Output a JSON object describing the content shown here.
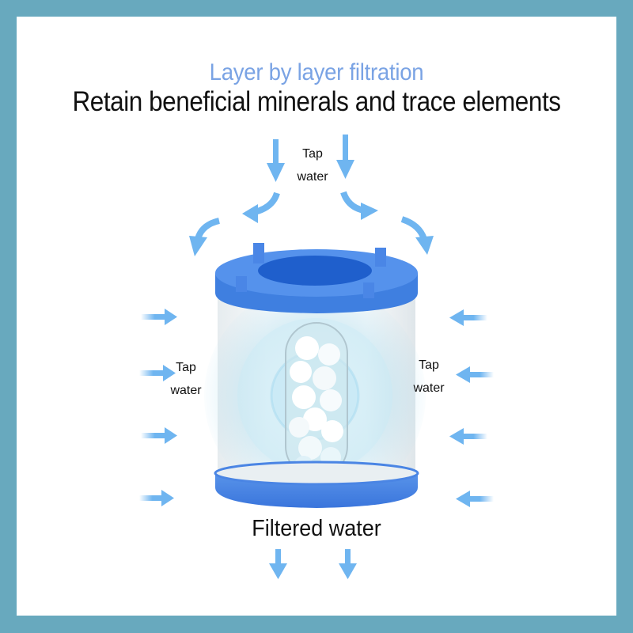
{
  "heading": {
    "subtitle": "Layer by layer filtration",
    "title": "Retain beneficial minerals and trace elements"
  },
  "labels": {
    "top": {
      "line1": "Tap",
      "line2": "water"
    },
    "left": {
      "line1": "Tap",
      "line2": "water"
    },
    "right": {
      "line1": "Tap",
      "line2": "water"
    },
    "bottom": "Filtered water"
  },
  "colors": {
    "border": "#68a9be",
    "panel": "#ffffff",
    "subtitle": "#7aa3e4",
    "title": "#111111",
    "arrow": "#6fb5f0",
    "filter_cap": "#3f7fe0",
    "filter_cap_dark": "#1f5fcc",
    "glow": "#b9e3f2"
  },
  "icons": {
    "arrows_top_down": 2,
    "arrows_curved": 4,
    "arrows_left_in": 4,
    "arrows_right_in": 4,
    "arrows_bottom_down": 2
  }
}
